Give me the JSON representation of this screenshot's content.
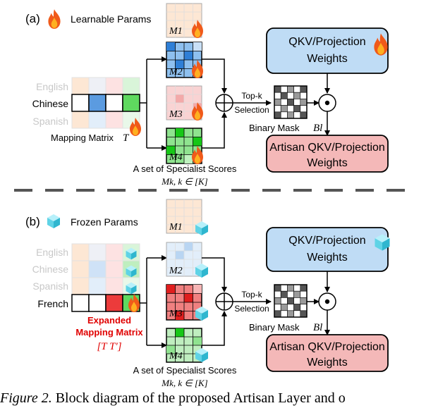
{
  "colors": {
    "blue_box": "#bfdcf5",
    "red_box": "#f4b8b8",
    "fire": "#f05a1a",
    "ice": "#5fd3e6",
    "expanded_red": "#e00000"
  },
  "panel_a": {
    "label": "(a)",
    "legend": {
      "icon": "fire-icon",
      "text": "Learnable Params"
    },
    "languages": [
      "English",
      "Chinese",
      "Spanish"
    ],
    "active_language": "Chinese",
    "mapping_label": "Mapping Matrix",
    "mapping_symbol": "T",
    "matrices": [
      "M1",
      "M2",
      "M3",
      "M4"
    ],
    "specialist_label": "A set of Specialist Scores",
    "specialist_math": "Mk, k ∈ [K]",
    "topk_line1": "Top-k",
    "topk_line2": "Selection",
    "binary_mask_label": "Binary Mask",
    "binary_mask_symbol": "Bl",
    "qkv_line1": "QKV/Projection",
    "qkv_line2": "Weights",
    "artisan_line1": "Artisan QKV/Projection",
    "artisan_line2": "Weights"
  },
  "panel_b": {
    "label": "(b)",
    "legend": {
      "icon": "ice-cube-icon",
      "text": "Frozen Params"
    },
    "languages": [
      "English",
      "Chinese",
      "Spanish",
      "French"
    ],
    "active_language": "French",
    "expanded_line1": "Expanded",
    "expanded_line2": "Mapping Matrix",
    "expanded_math": "[T  T′]",
    "matrices": [
      "M1",
      "M2",
      "M3",
      "M4"
    ],
    "specialist_label": "A set of Specialist Scores",
    "specialist_math": "Mk, k ∈ [K]",
    "topk_line1": "Top-k",
    "topk_line2": "Selection",
    "binary_mask_label": "Binary Mask",
    "binary_mask_symbol": "Bl",
    "qkv_line1": "QKV/Projection",
    "qkv_line2": "Weights",
    "artisan_line1": "Artisan QKV/Projection",
    "artisan_line2": "Weights"
  },
  "caption": {
    "fig_label": "Figure 2.",
    "text": " Block diagram of the proposed Artisan Layer and o"
  }
}
